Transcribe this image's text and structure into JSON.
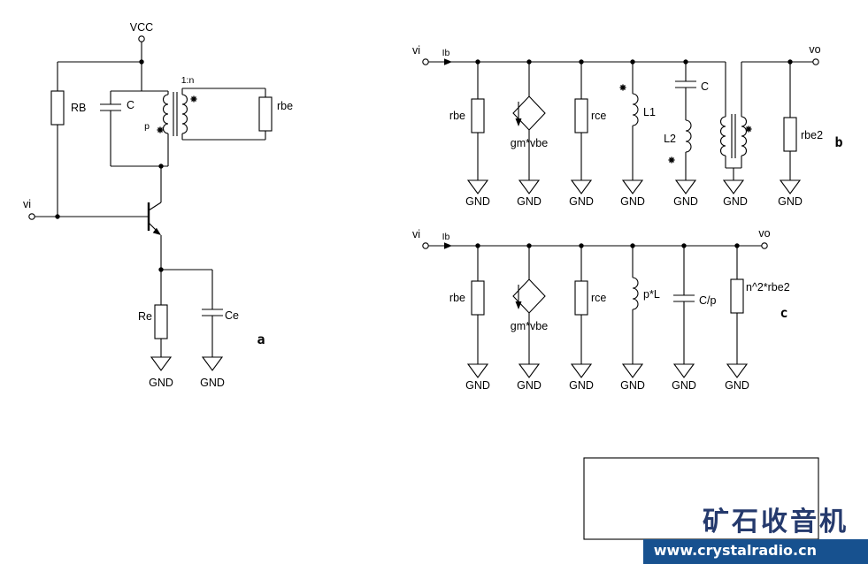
{
  "colors": {
    "wire": "#000000",
    "watermark_title": "#253a6d",
    "watermark_banner_bg": "#17518f",
    "watermark_banner_text": "#ffffff"
  },
  "circuit_a": {
    "tag": "a",
    "vcc_label": "VCC",
    "vi_label": "vi",
    "rb_label": "RB",
    "c_label": "C",
    "turns_ratio": "1:n",
    "primary_label": "p",
    "rbe_label": "rbe",
    "re_label": "Re",
    "ce_label": "Ce",
    "grounds": [
      "GND",
      "GND"
    ]
  },
  "circuit_b": {
    "tag": "b",
    "vi_label": "vi",
    "ib_label": "Ib",
    "vo_label": "vo",
    "rbe_label": "rbe",
    "source_label": "gm*vbe",
    "rce_label": "rce",
    "l1_label": "L1",
    "c_label": "C",
    "l2_label": "L2",
    "rbe2_label": "rbe2",
    "grounds": [
      "GND",
      "GND",
      "GND",
      "GND",
      "GND",
      "GND",
      "GND"
    ]
  },
  "circuit_c": {
    "tag": "c",
    "vi_label": "vi",
    "ib_label": "Ib",
    "vo_label": "vo",
    "rbe_label": "rbe",
    "source_label": "gm*vbe",
    "rce_label": "rce",
    "pl_label": "p*L",
    "cp_label": "C/p",
    "rbe2_label": "n^2*rbe2",
    "grounds": [
      "GND",
      "GND",
      "GND",
      "GND",
      "GND",
      "GND"
    ]
  },
  "watermark": {
    "title": "矿石收音机",
    "url": "www.crystalradio.cn"
  }
}
